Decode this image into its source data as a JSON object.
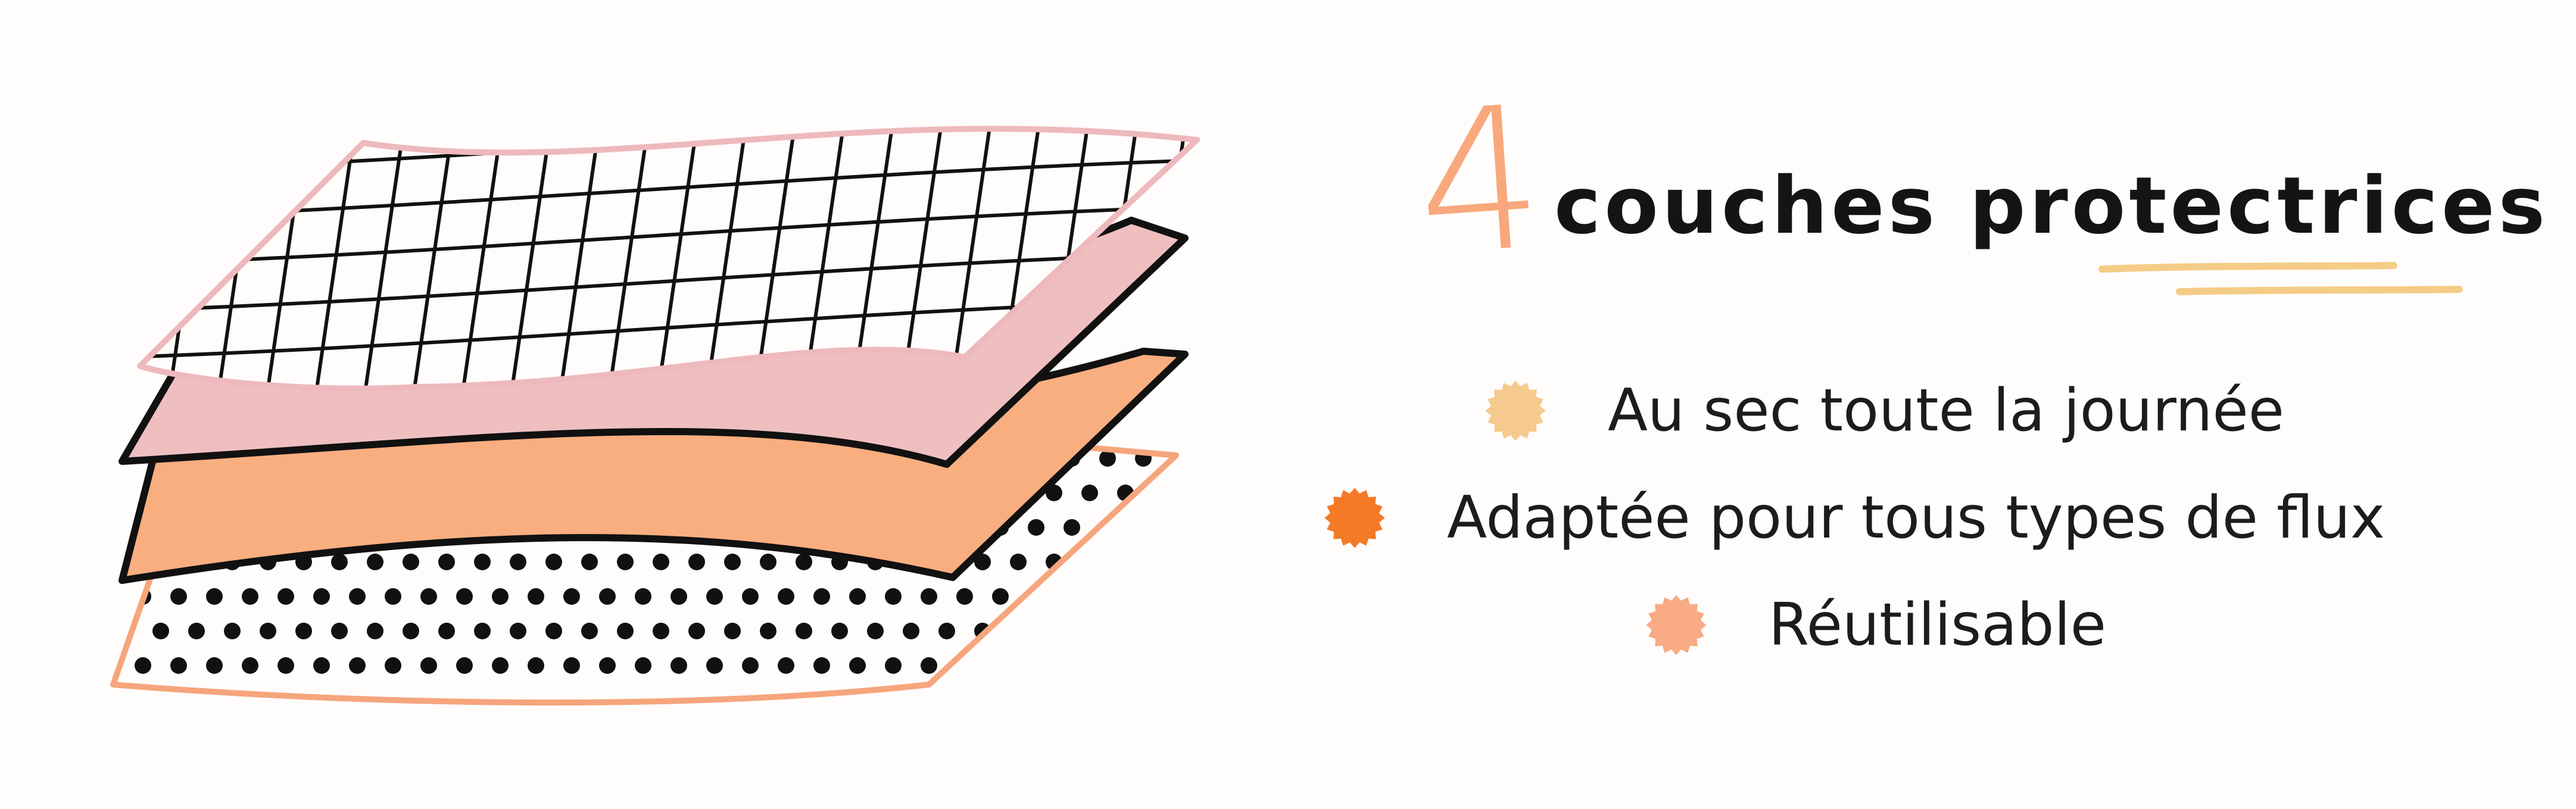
{
  "heading": {
    "number": "4",
    "title": "couches protectrices"
  },
  "benefits": [
    {
      "label": "Au sec toute la journée",
      "bullet_color": "#f6c98c"
    },
    {
      "label": "Adaptée pour tous types de flux",
      "bullet_color": "#f47a28"
    },
    {
      "label": "Réutilisable",
      "bullet_color": "#f8ab84"
    }
  ],
  "colors": {
    "accent_peach": "#f8a87c",
    "layer_pink": "#efbfc0",
    "layer_orange": "#f9ae80",
    "underline_yellow": "#f5cc86",
    "outline_dark": "#111111"
  }
}
